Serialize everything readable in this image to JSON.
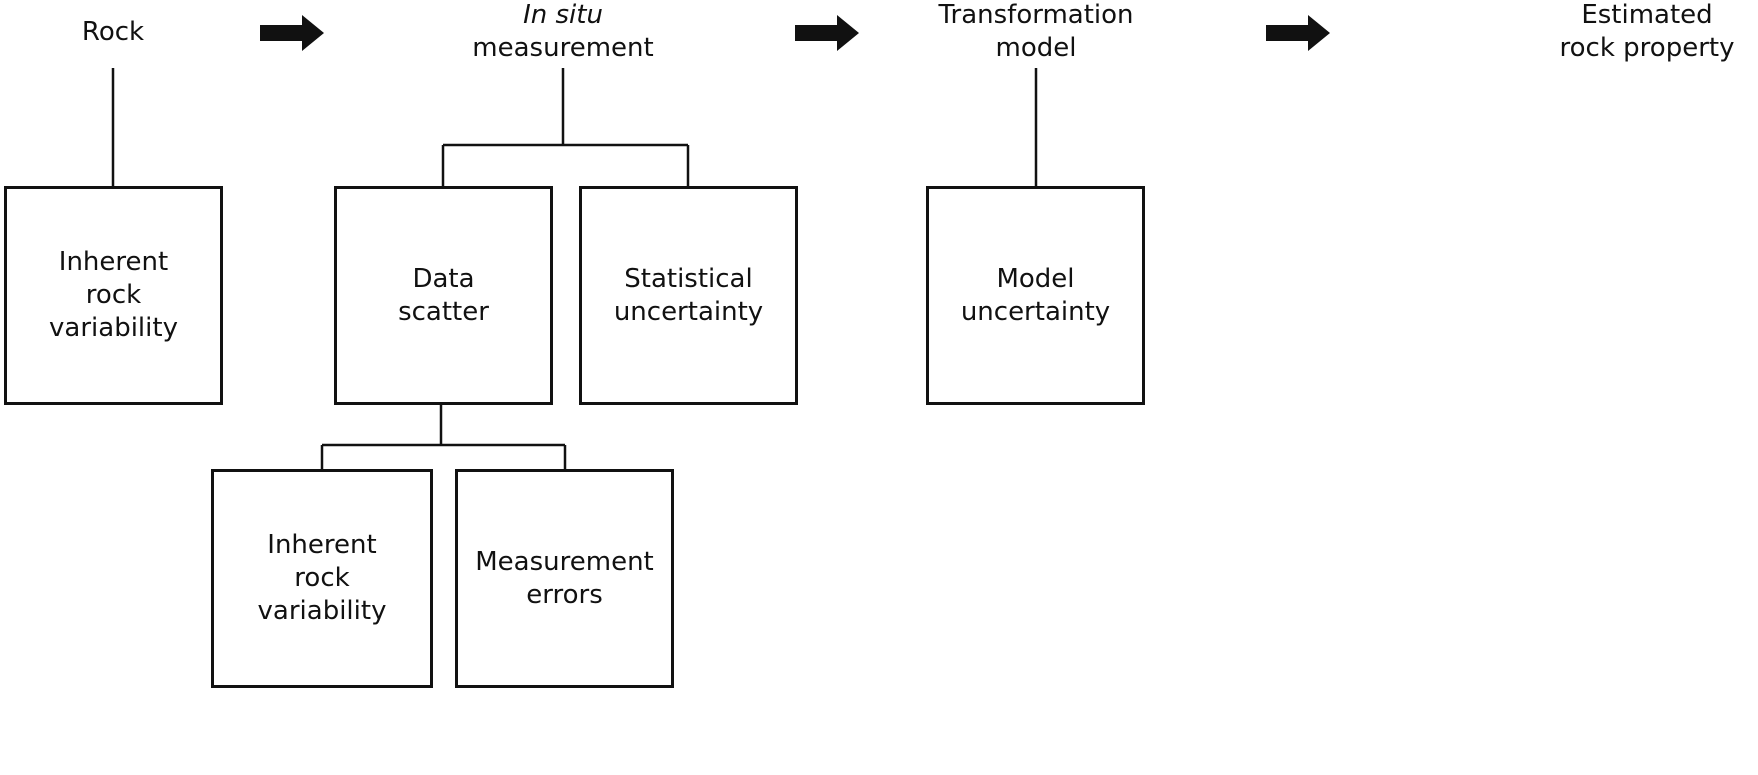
{
  "stages": [
    {
      "id": "rock",
      "lines": [
        "Rock"
      ]
    },
    {
      "id": "in-situ",
      "italic": "In situ",
      "lines": [
        "measurement"
      ]
    },
    {
      "id": "transformation",
      "lines": [
        "Transformation",
        "model"
      ]
    },
    {
      "id": "estimated",
      "lines": [
        "Estimated",
        "rock property"
      ]
    }
  ],
  "boxes": {
    "inherent_top": [
      "Inherent",
      "rock",
      "variability"
    ],
    "data_scatter": [
      "Data",
      "scatter"
    ],
    "statistical": [
      "Statistical",
      "uncertainty"
    ],
    "model": [
      "Model",
      "uncertainty"
    ],
    "inherent_bottom": [
      "Inherent",
      "rock",
      "variability"
    ],
    "measurement_errors": [
      "Measurement",
      "errors"
    ]
  },
  "colors": {
    "ink": "#111111",
    "background": "#ffffff"
  }
}
